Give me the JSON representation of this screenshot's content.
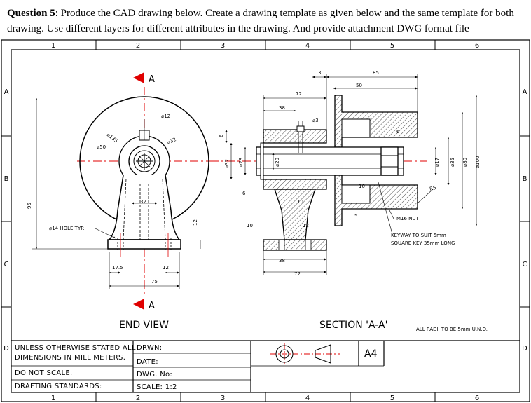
{
  "question": {
    "number": "Question 5",
    "text": ": Produce the CAD drawing below. Create a drawing template as given below and the same template for both drawing. Use different layers for different attributes in the drawing. And provide attachment DWG format file"
  },
  "border": {
    "columns": [
      "1",
      "2",
      "3",
      "4",
      "5",
      "6"
    ],
    "rows": [
      "A",
      "B",
      "C",
      "D"
    ]
  },
  "end_view": {
    "title": "END VIEW",
    "section_mark": "A",
    "dims": {
      "d135": "⌀135",
      "d50": "⌀50",
      "d12": "⌀12",
      "d32": "⌀32",
      "w32": "32",
      "h95": "95",
      "hole": "⌀14 HOLE TYP.",
      "b17_5": "17.5",
      "b12": "12",
      "b75": "75",
      "v12": "12"
    }
  },
  "section": {
    "title": "SECTION 'A-A'",
    "dims": {
      "d3_top": "3",
      "d85": "85",
      "d50": "50",
      "d72_top": "72",
      "d38_top": "38",
      "d3": "⌀3",
      "d6_right": "6",
      "d6_left": "6",
      "d32": "⌀32",
      "d28": "⌀28",
      "d20": "⌀20",
      "d17": "⌀17",
      "d35": "⌀35",
      "d80": "⌀80",
      "d100": "⌀100",
      "r5": "R5",
      "d10_mid": "10",
      "d10_left": "10",
      "d10_hub": "10",
      "d5": "5",
      "d12": "12",
      "d38_bot": "38",
      "d72_bot": "72",
      "d6_small": "6"
    },
    "notes": {
      "nut": "M16 NUT",
      "keyway1": "KEYWAY TO SUIT 5mm",
      "keyway2": "SQUARE KEY 35mm LONG"
    }
  },
  "general_note": "ALL RADII TO BE 5mm U.N.O.",
  "title_block": {
    "general1": "UNLESS OTHERWISE STATED ALL",
    "general2": "DIMENSIONS IN MILLIMETERS.",
    "scale_note": "DO NOT SCALE.",
    "standards": "DRAFTING STANDARDS:",
    "drawn": "DRWN:",
    "date": "DATE:",
    "dwg_no": "DWG. No:",
    "scale": "SCALE: 1:2",
    "sheet_size": "A4"
  }
}
